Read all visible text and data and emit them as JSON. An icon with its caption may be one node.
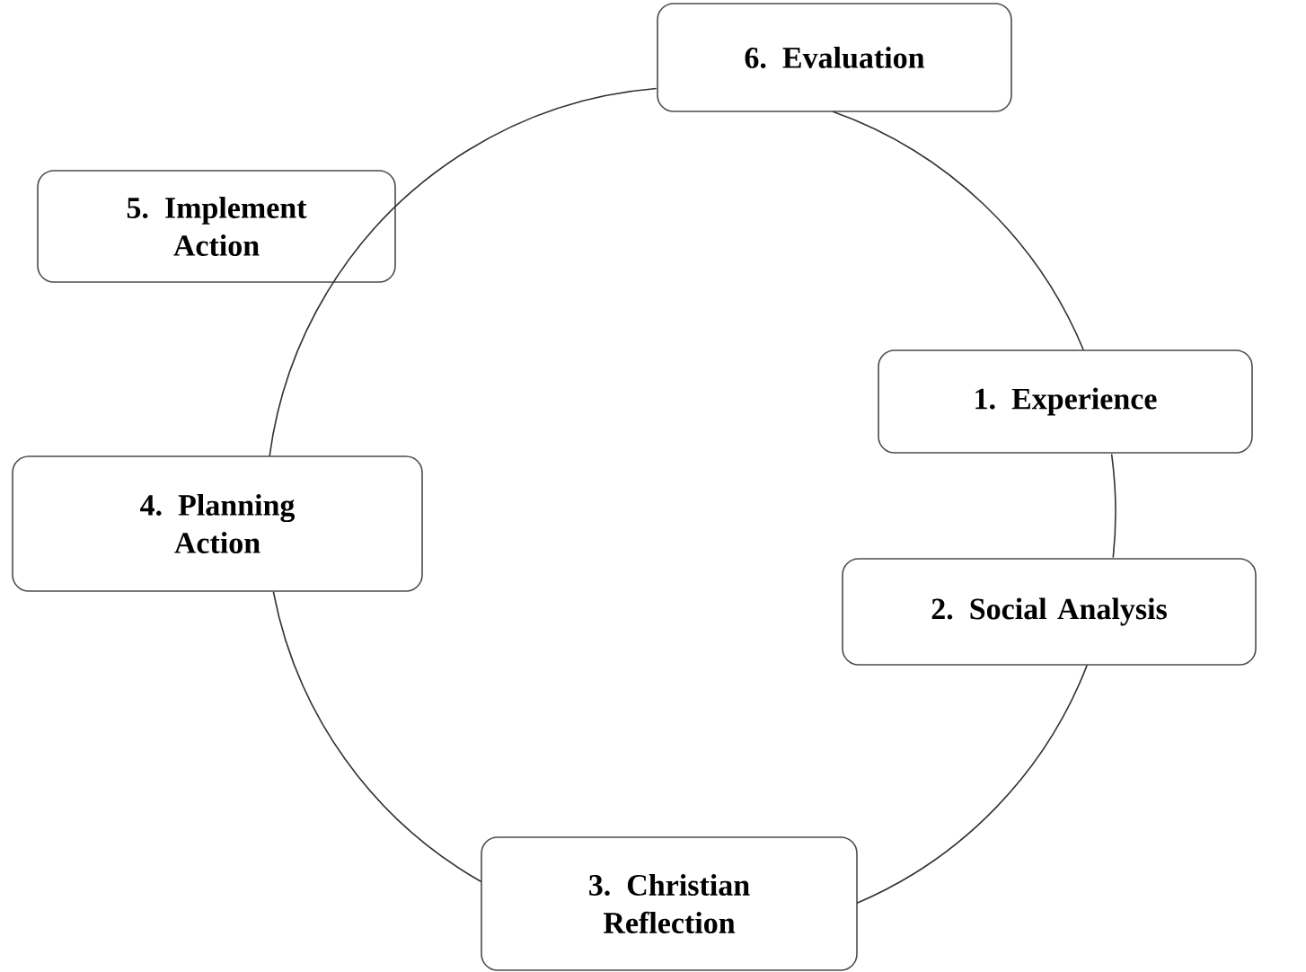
{
  "diagram": {
    "nodes": [
      {
        "text": [
          "6. Evaluation"
        ]
      },
      {
        "text": [
          "5. Implement Action"
        ]
      },
      {
        "text": [
          "1. Experience"
        ]
      },
      {
        "text": [
          "4. Planning Action"
        ]
      },
      {
        "text": [
          "2. Social Analysis"
        ]
      },
      {
        "text": [
          "3. Christian Reflection"
        ]
      }
    ],
    "edges": [
      {
        "from": 2,
        "to": 4,
        "arrow": "none"
      },
      {
        "from": 4,
        "to": 5,
        "arrow": "none"
      },
      {
        "from": 5,
        "to": 3,
        "arrow": "none"
      },
      {
        "from": 3,
        "to": 1,
        "arrow": "none"
      },
      {
        "from": 1,
        "to": 0,
        "arrow": "none"
      },
      {
        "from": 0,
        "to": 2,
        "arrow": "none"
      }
    ]
  }
}
